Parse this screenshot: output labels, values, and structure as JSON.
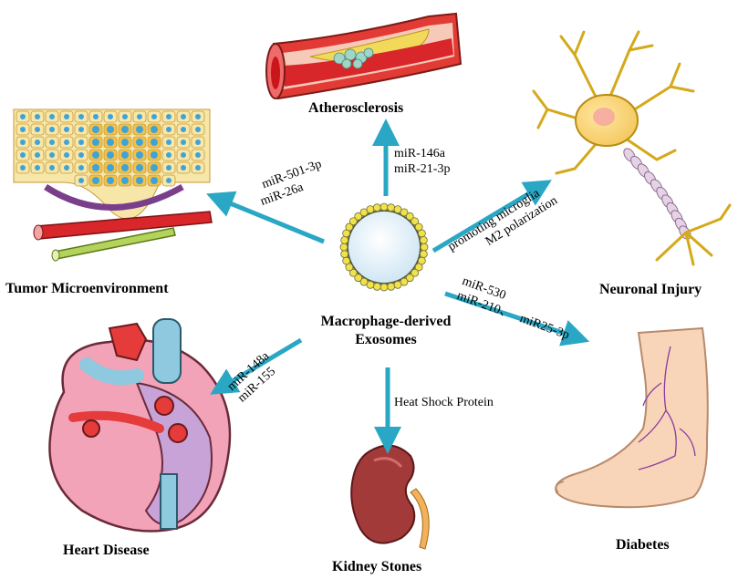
{
  "center": {
    "line1": "Macrophage-derived",
    "line2": "Exosomes"
  },
  "nodes": {
    "atherosclerosis": "Atherosclerosis",
    "tumor": "Tumor Microenvironment",
    "neuronal": "Neuronal Injury",
    "heart": "Heart Disease",
    "kidney": "Kidney Stones",
    "diabetes": "Diabetes"
  },
  "edges": {
    "atherosclerosis": {
      "line1": "miR-146a",
      "line2": "miR-21-3p"
    },
    "tumor": {
      "line1": "miR-501-3p",
      "line2": "miR-26a"
    },
    "neuronal": {
      "line1": "promoting microglia",
      "line2": "M2 polarization"
    },
    "diabetes": {
      "line1": "miR-530",
      "line2": "miR-210、",
      "line3": "miR25-3p"
    },
    "heart": {
      "line1": "miR-148a",
      "line2": "miR-155"
    },
    "kidney": {
      "line1": "Heat Shock Protein"
    }
  },
  "colors": {
    "arrow": "#2aa7c4",
    "membrane_bead": "#efe24a",
    "membrane_outline": "#6b6a3a",
    "exosome_core": "#d9edf8"
  }
}
